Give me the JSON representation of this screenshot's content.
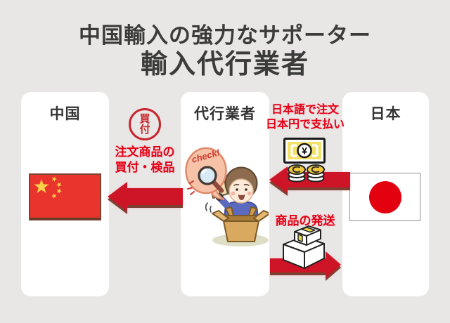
{
  "title": {
    "line1": "中国輸入の強力なサポーター",
    "line2": "輸入代行業者"
  },
  "cards": {
    "china": {
      "label": "中国"
    },
    "agent": {
      "label": "代行業者"
    },
    "japan": {
      "label": "日本"
    }
  },
  "left_flow": {
    "stamp_top": "買",
    "stamp_bottom": "付",
    "note_line1": "注文商品の",
    "note_line2": "買付・検品"
  },
  "right_flow": {
    "order_line1": "日本語で注文",
    "order_line2": "日本円で支払い",
    "ship_label": "商品の発送"
  },
  "illustration": {
    "check_label": "check!"
  },
  "icons": {
    "yen_symbol": "¥"
  },
  "colors": {
    "background": "#e8e7e5",
    "card": "#ffffff",
    "title_text": "#3b3b3b",
    "accent_red": "#e30015",
    "arrow_red": "#ce1427",
    "arrow_shadow": "#7c4030",
    "stamp_red": "#c9262c",
    "flag_china_red": "#e8342c",
    "flag_star_yellow": "#fbd34b",
    "flag_japan_red": "#e3000f"
  }
}
